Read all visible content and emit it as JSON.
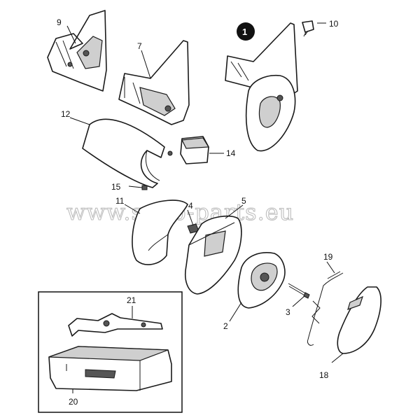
{
  "badge": "1",
  "watermark": "www.saab-parts.eu",
  "callouts": {
    "p2": "2",
    "p3": "3",
    "p4": "4",
    "p5": "5",
    "p7": "7",
    "p9": "9",
    "p10": "10",
    "p11": "11",
    "p12": "12",
    "p14": "14",
    "p15": "15",
    "p18": "18",
    "p19": "19",
    "p20": "20",
    "p21": "21"
  }
}
